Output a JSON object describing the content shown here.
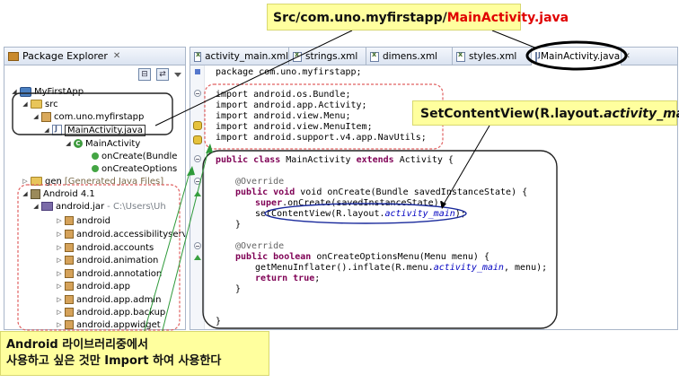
{
  "package_explorer": {
    "title": "Package Explorer",
    "items": [
      {
        "label": "MyFirstApp",
        "extra": "",
        "level": 0
      },
      {
        "label": "src",
        "extra": "",
        "level": 1
      },
      {
        "label": "com.uno.myfirstapp",
        "extra": "",
        "level": 2
      },
      {
        "label": "MainActivity.java",
        "extra": "",
        "level": 3
      },
      {
        "label": "MainActivity",
        "extra": "",
        "level": 4
      },
      {
        "label": "onCreate(Bundle",
        "extra": "",
        "level": 5
      },
      {
        "label": "onCreateOptions",
        "extra": "",
        "level": 5
      },
      {
        "label": "gen",
        "extra": "[Generated Java Files]",
        "level": 1
      },
      {
        "label": "Android 4.1",
        "extra": "",
        "level": 1
      },
      {
        "label": "android.jar",
        "extra": "- C:\\Users\\Uh",
        "level": 2
      },
      {
        "label": "android",
        "extra": "",
        "level": 3
      },
      {
        "label": "android.accessibilityservi",
        "extra": "",
        "level": 3
      },
      {
        "label": "android.accounts",
        "extra": "",
        "level": 3
      },
      {
        "label": "android.animation",
        "extra": "",
        "level": 3
      },
      {
        "label": "android.annotation",
        "extra": "",
        "level": 3
      },
      {
        "label": "android.app",
        "extra": "",
        "level": 3
      },
      {
        "label": "android.app.admin",
        "extra": "",
        "level": 3
      },
      {
        "label": "android.app.backup",
        "extra": "",
        "level": 3
      },
      {
        "label": "android.appwidget",
        "extra": "",
        "level": 3
      }
    ]
  },
  "editor": {
    "tabs": [
      {
        "label": "activity_main.xml",
        "active": false
      },
      {
        "label": "strings.xml",
        "active": false
      },
      {
        "label": "dimens.xml",
        "active": false
      },
      {
        "label": "styles.xml",
        "active": false
      },
      {
        "label": "MainActivity.java",
        "active": true
      }
    ],
    "code": {
      "l_package": "package com.uno.myfirstapp;",
      "i1": "import android.os.Bundle;",
      "i2": "import android.app.Activity;",
      "i3": "import android.view.Menu;",
      "i4": "import android.view.MenuItem;",
      "i5": "import android.support.v4.app.NavUtils;",
      "kw_public": "public",
      "kw_class": "class",
      "kw_extends": "extends",
      "kw_super": "super",
      "kw_boolean": "boolean",
      "kw_return": "return",
      "kw_true": "true",
      "class_name": " MainActivity ",
      "class_tail": " Activity {",
      "override": "@Override",
      "void_sig": " void onCreate(Bundle savedInstanceState) {",
      "super_call": ".onCreate(savedInstanceState);",
      "setcv_pre": "setContentView(R.layout.",
      "setcv_field": "activity_main",
      "setcv_post": ");",
      "close_brace": "}",
      "bool_sig": " onCreateOptionsMenu(Menu menu) {",
      "infl_pre": "getMenuInflater().inflate(R.menu.",
      "infl_field": "activity_main",
      "infl_post": ", menu);",
      "true_semi": ";"
    }
  },
  "annotations": {
    "path_prefix": "Src/com.uno.myfirstapp/",
    "path_file": "MainActivity.java",
    "setcv_pre": "SetContentView(R.layout.",
    "setcv_field": "activity_main",
    "setcv_post": ");",
    "import_line1": "Android 라이브러리중에서",
    "import_line2": "사용하고 싶은 것만 Import 하여 사용한다"
  },
  "colors": {
    "callout_bg": "#ffff9e",
    "dashed_red": "#e06060",
    "keyword": "#7f0055",
    "field": "#0000c0",
    "ellipse_blue": "#1a2a9c",
    "arrow_green": "#2e9a3a"
  }
}
